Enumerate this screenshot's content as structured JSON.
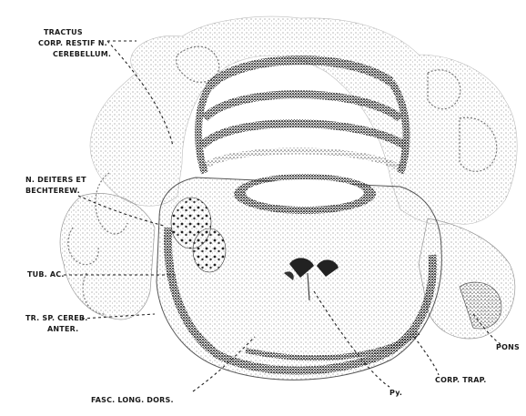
{
  "labels": {
    "tractus_line1": "TRACTUS",
    "tractus_line2": "CORP. RESTIF N.",
    "tractus_line3": "CEREBELLUM.",
    "deiters_line1": "N. DEITERS ET",
    "deiters_line2": "BECHTEREW.",
    "tub_ac": "TUB. AC.",
    "tr_sp_line1": "TR. SP. CEREB.",
    "tr_sp_line2": "ANTER.",
    "pons": "PONS",
    "corp_trap": "CORP. TRAP.",
    "py": "Py.",
    "fasc": "FASC. LONG. DORS."
  },
  "colors": {
    "ink": "#1a1a1a",
    "stipple_light": "#8a8a8a",
    "stipple_dark": "#2b2b2b",
    "paper": "#ffffff"
  }
}
